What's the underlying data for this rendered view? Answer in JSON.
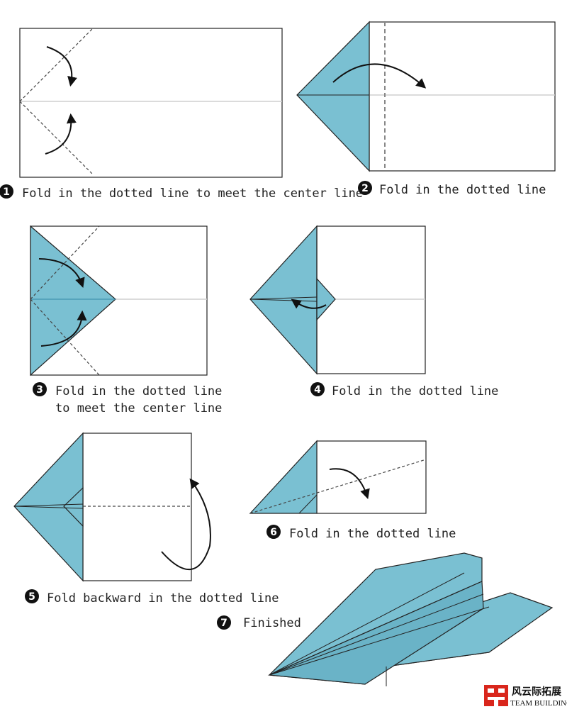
{
  "colors": {
    "paper_fill": "#7ac0d2",
    "line": "#222222",
    "center_line": "#cfcfcf",
    "dotted": "#444444",
    "logo_red": "#d9261c"
  },
  "steps": [
    {
      "number": "1",
      "lines": [
        "Fold in the dotted line to meet the center line"
      ]
    },
    {
      "number": "2",
      "lines": [
        "Fold in the dotted line"
      ]
    },
    {
      "number": "3",
      "lines": [
        "Fold in the dotted line",
        "to meet the center line"
      ]
    },
    {
      "number": "4",
      "lines": [
        "Fold in the dotted line"
      ]
    },
    {
      "number": "5",
      "lines": [
        "Fold backward in the dotted line"
      ]
    },
    {
      "number": "6",
      "lines": [
        "Fold in the dotted line"
      ]
    },
    {
      "number": "7",
      "lines": [
        "Finished"
      ]
    }
  ],
  "logo": {
    "mark": "logo-mark-icon",
    "cn": "风云际拓展",
    "en": "TEAM BUILDING"
  }
}
